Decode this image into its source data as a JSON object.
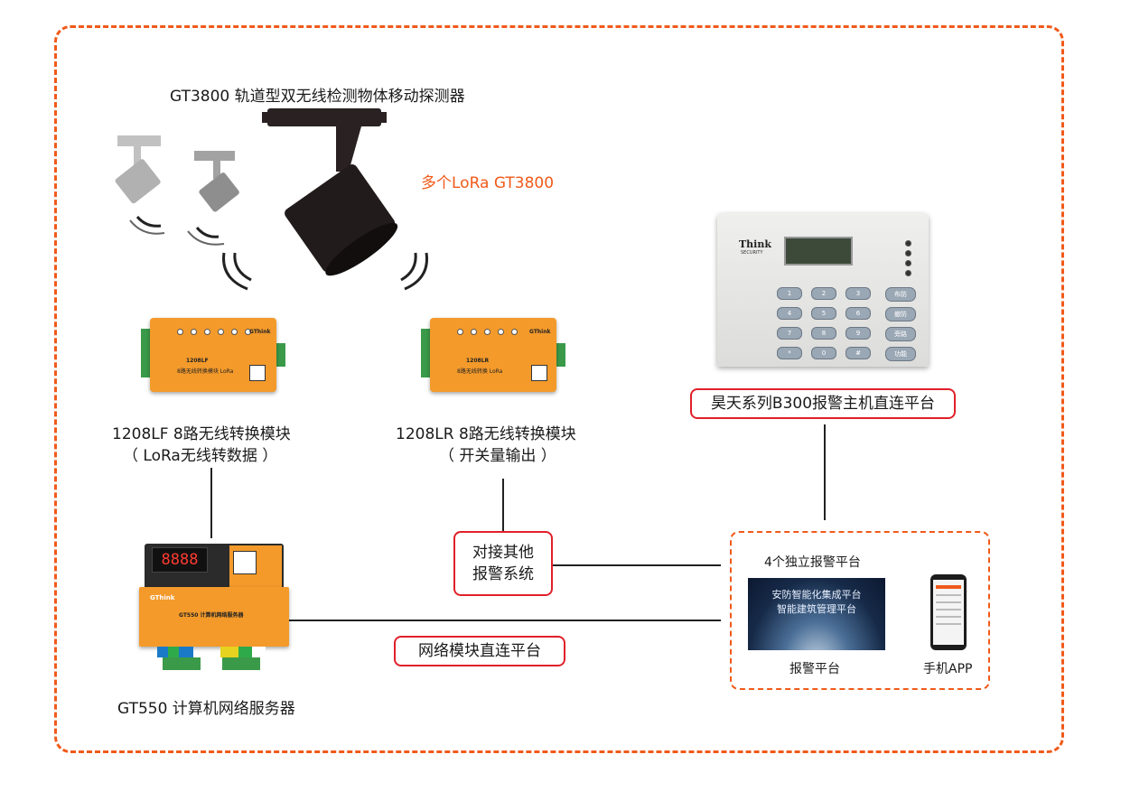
{
  "title": "GT3800 轨道型双无线检测物体移动探测器",
  "lora_label": "多个LoRa GT3800",
  "lf_module": {
    "line1": "1208LF 8路无线转换模块",
    "line2": "（ LoRa无线转数据 ）",
    "device_model": "1208LF",
    "device_subtitle": "8路无线转换模块  LoRa",
    "brand": "GThink"
  },
  "lr_module": {
    "line1": "1208LR 8路无线转换模块",
    "line2": "（ 开关量输出 ）",
    "device_model": "1208LR",
    "device_subtitle": "8路无线转换 LoRa",
    "brand": "GThink"
  },
  "alarm_host": {
    "caption": "昊天系列B300报警主机直连平台",
    "brand": "Think",
    "brand_sub": "SECURITY",
    "keys": [
      "1",
      "2",
      "3",
      "4",
      "5",
      "6",
      "7",
      "8",
      "9",
      "*",
      "0",
      "#"
    ],
    "func_keys": [
      "布防",
      "撤防",
      "旁路",
      "功能"
    ]
  },
  "other_systems": {
    "line1": "对接其他",
    "line2": "报警系统"
  },
  "platform_group": {
    "title": "4个独立报警平台",
    "screen_line1": "安防智能化集成平台",
    "screen_line2": "智能建筑管理平台",
    "platform_label": "报警平台",
    "app_label": "手机APP"
  },
  "server": {
    "caption": "GT550 计算机网络服务器",
    "brand": "GThink",
    "device_label": "GT550 计算机网络服务器",
    "display": "8888"
  },
  "network_label": "网络模块直连平台",
  "colors": {
    "accent": "#f05a1a",
    "box_border": "#e0202a",
    "module_orange": "#f39a2b"
  }
}
